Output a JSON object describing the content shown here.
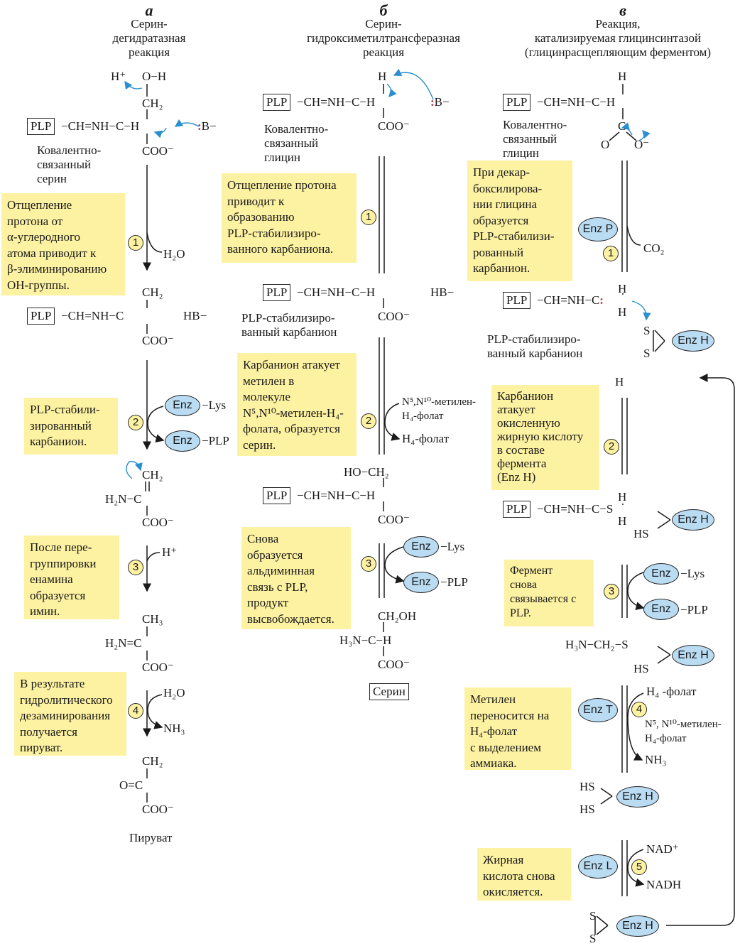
{
  "columns": {
    "a": {
      "letter": "а",
      "title": [
        "Серин-",
        "дегидратазная",
        "реакция"
      ]
    },
    "b": {
      "letter": "б",
      "title": [
        "Серин-",
        "гидроксиметилтрансферазная",
        "реакция"
      ]
    },
    "c": {
      "letter": "в",
      "title": [
        "Реакция,",
        "катализируемая глицинсинтазой",
        "(глицинрасщепляющим ферментом)"
      ]
    }
  },
  "notes": {
    "a1": [
      "Отщепление",
      "протона от",
      "α-углеродного",
      "атома приводит к",
      "β-элиминированию",
      "OH-группы."
    ],
    "a2": [
      "PLP-стабили-",
      "зированный",
      "карбанион."
    ],
    "a3": [
      "После пере-",
      "группировки",
      "енамина",
      "образуется",
      "имин."
    ],
    "a4": [
      "В результате",
      "гидролитического",
      "дезаминирования",
      "получается",
      "пируват."
    ],
    "b1": [
      "Отщепление протона",
      "приводит к",
      "образованию",
      "PLP-стабилизиро-",
      "ванного карбаниона."
    ],
    "b2": [
      "Карбанион атакует",
      "метилен в",
      "молекуле",
      "N⁵,N¹⁰-метилен-H₄-",
      "фолата, образуется",
      "серин."
    ],
    "b3": [
      "Снова",
      "образуется",
      "альдиминная",
      "связь с PLP,",
      "продукт",
      "высвобождается."
    ],
    "c1": [
      "При декар-",
      "боксилирова-",
      "нии глицина",
      "образуется",
      "PLP-стабилизи-",
      "рованный",
      "карбанион."
    ],
    "c2": [
      "Карбанион",
      "атакует",
      "окисленную",
      "жирную кислоту",
      "в составе",
      "фермента",
      "(Enz H)"
    ],
    "c3": [
      "Фермент",
      "снова",
      "связывается с",
      "PLP."
    ],
    "c4": [
      "Метилен",
      "переносится на",
      "H₄-фолат",
      "с выделением",
      "аммиака."
    ],
    "c5": [
      "Жирная",
      "кислота снова",
      "окисляется."
    ]
  },
  "step_numbers": [
    "1",
    "2",
    "3",
    "4",
    "5"
  ],
  "labels": {
    "plp": "PLP",
    "chain": "CH=NH−C",
    "enz": "Enz",
    "enz_p": "Enz P",
    "enz_h": "Enz H",
    "enz_t": "Enz T",
    "enz_l": "Enz L",
    "lys": "−Lys",
    "plp_link": "−PLP",
    "covalent_serine": [
      "Ковалентно-",
      "связанный",
      "серин"
    ],
    "covalent_glycine": [
      "Ковалентно-",
      "связанный",
      "глицин"
    ],
    "carbanion": [
      "PLP-стабилизиро-",
      "ванный карбанион"
    ],
    "pyruvate": "Пируват",
    "serine": "Серин",
    "h2o": "H₂O",
    "nh3": "NH₃",
    "co2": "CO₂",
    "h_plus": "H⁺",
    "hb": "HB−",
    "b_minus": ":B−",
    "coo": "COO⁻",
    "ch2": "CH₂",
    "ch3": "CH₃",
    "ch2oh": "CH₂OH",
    "ho_ch2": "HO−CH₂",
    "oh": "O−H",
    "h2n": "H₂N",
    "h3n": "H₃N",
    "h": "H",
    "hs": "HS",
    "s": "S",
    "o": "O",
    "o_minus": "O⁻",
    "c": "C",
    "nh_c_s": "CH=NH−C−S",
    "h3n_ch2_s": "H₃N−CH₂−S",
    "methylene_folate": [
      "N⁵,N¹⁰-метилен-",
      "H₄-фолат"
    ],
    "methylene_folate_c": [
      "N⁵, N¹⁰-метилен-",
      "H₄-фолат"
    ],
    "h4_folate": "H₄-фолат",
    "h4_folate_c": "H₄ -фолат",
    "nad": "NAD⁺",
    "nadh": "NADH"
  }
}
